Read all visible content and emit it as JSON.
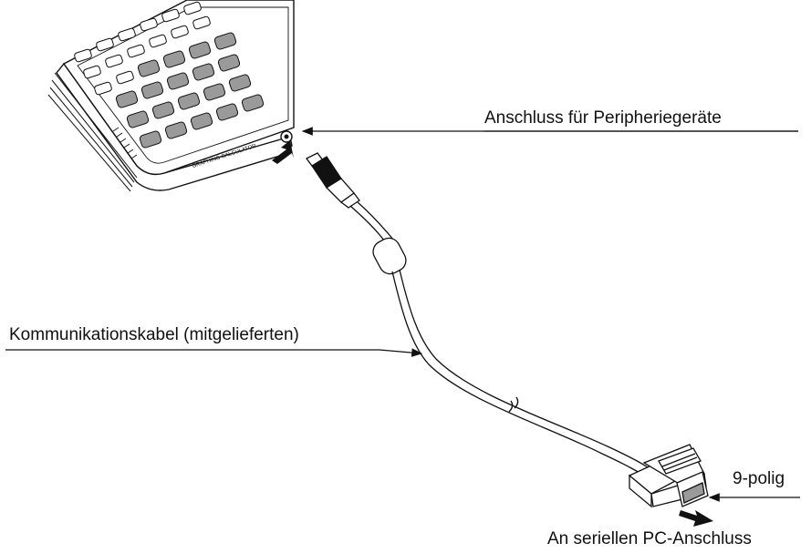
{
  "labels": {
    "peripheral_port": "Anschluss für Peripheriegeräte",
    "cable": "Kommunikationskabel (mitgelieferten)",
    "pins": "9-polig",
    "serial": "An seriellen PC-Anschluss"
  },
  "device": {
    "brand_text": "GRAPHING CALCULATOR"
  },
  "colors": {
    "line": "#111111",
    "key_light": "#ffffff",
    "key_dark": "#9a9a9a",
    "body": "#ffffff"
  }
}
